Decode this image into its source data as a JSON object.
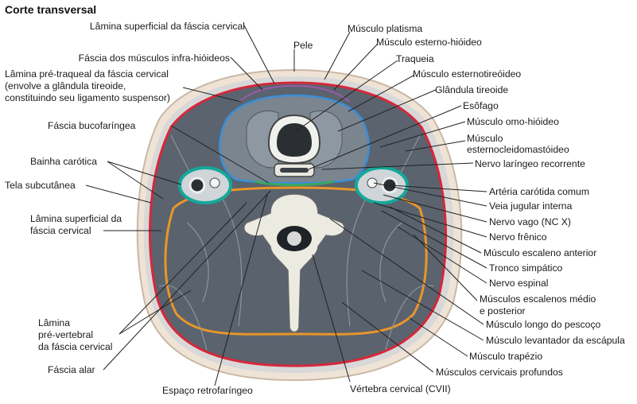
{
  "title": "Corte transversal",
  "labels": {
    "lamina_superficial_top": "Lâmina superficial da fáscia cervical",
    "musculo_platisma": "Músculo platisma",
    "pele": "Pele",
    "musculo_esterno_hioideo": "Músculo esterno-hióideo",
    "fascia_infra_hioideos": "Fáscia dos músculos infra-hióideos",
    "traqueia": "Traqueia",
    "pre_traqueal_1": "Lâmina pré-traqueal da fáscia cervical",
    "pre_traqueal_2": "(envolve a glândula tireoide,",
    "pre_traqueal_3": "constituindo seu ligamento suspensor)",
    "musculo_esternotireoideo": "Músculo esternotireóideo",
    "glandula_tireoide": "Glândula tireoide",
    "esofago": "Esôfago",
    "fascia_bucofaringea": "Fáscia bucofaríngea",
    "musculo_omo_hioideo": "Músculo omo-hióideo",
    "scm_1": "Músculo",
    "scm_2": "esternocleidomastóideo",
    "bainha_carotica": "Bainha carótica",
    "nervo_laringeo": "Nervo laríngeo recorrente",
    "tela_subcutanea": "Tela subcutânea",
    "arteria_carotida": "Artéria carótida comum",
    "veia_jugular": "Veia jugular interna",
    "lamina_sup_left_1": "Lâmina superficial da",
    "lamina_sup_left_2": "fáscia cervical",
    "nervo_vago": "Nervo vago (NC X)",
    "nervo_frenico": "Nervo frênico",
    "escaleno_anterior": "Músculo escaleno anterior",
    "tronco_simpatico": "Tronco simpático",
    "nervo_espinal": "Nervo espinal",
    "escalenos_1": "Músculos escalenos médio",
    "escalenos_2": "e posterior",
    "pre_vertebral_1": "Lâmina",
    "pre_vertebral_2": "pré-vertebral",
    "pre_vertebral_3": "da fáscia cervical",
    "longo_pescoco": "Músculo longo do pescoço",
    "levantador": "Músculo levantador da escápula",
    "trapezio": "Músculo trapézio",
    "fascia_alar": "Fáscia alar",
    "cervicais_profundos": "Músculos cervicais profundos",
    "espaco_retrofaringeo": "Espaço retrofaríngeo",
    "vertebra": "Vértebra cervical (CVII)"
  },
  "colors": {
    "skin": "#e8d6c8",
    "fat": "#dcdcdc",
    "muscle": "#4d5763",
    "muscle_light": "#6a737d",
    "red_fascia": "#d6283a",
    "orange_fascia": "#e8962a",
    "blue_fascia": "#3a8fd8",
    "purple_fascia": "#9a5aa8",
    "green_fascia": "#3aa860",
    "teal_sheath": "#15a89a",
    "bone": "#e8e8e0",
    "line": "#222222"
  }
}
